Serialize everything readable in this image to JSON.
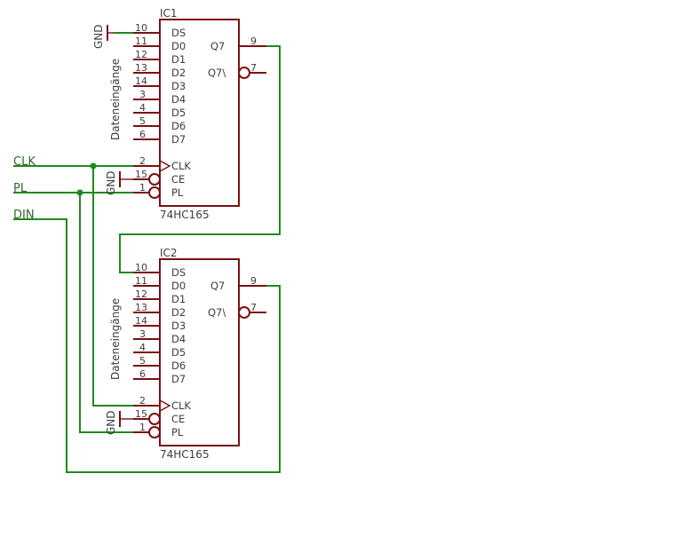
{
  "nets": {
    "clk": "CLK",
    "pl": "PL",
    "din": "DIN"
  },
  "ic1": {
    "name": "IC1",
    "value": "74HC165",
    "gnd_top": "GND",
    "gnd_ce": "GND",
    "data_group_label": "Dateneingänge",
    "pins_left": [
      {
        "num": "10",
        "label": "DS"
      },
      {
        "num": "11",
        "label": "D0"
      },
      {
        "num": "12",
        "label": "D1"
      },
      {
        "num": "13",
        "label": "D2"
      },
      {
        "num": "14",
        "label": "D3"
      },
      {
        "num": "3",
        "label": "D4"
      },
      {
        "num": "4",
        "label": "D5"
      },
      {
        "num": "5",
        "label": "D6"
      },
      {
        "num": "6",
        "label": "D7"
      }
    ],
    "pin_clk": {
      "num": "2",
      "label": "CLK"
    },
    "pin_ce": {
      "num": "15",
      "label": "CE"
    },
    "pin_pl": {
      "num": "1",
      "label": "PL"
    },
    "pin_q7": {
      "num": "9",
      "label": "Q7"
    },
    "pin_q7n": {
      "num": "7",
      "label": "Q7\\"
    }
  },
  "ic2": {
    "name": "IC2",
    "value": "74HC165",
    "gnd_ce": "GND",
    "data_group_label": "Dateneingänge",
    "pins_left": [
      {
        "num": "10",
        "label": "DS"
      },
      {
        "num": "11",
        "label": "D0"
      },
      {
        "num": "12",
        "label": "D1"
      },
      {
        "num": "13",
        "label": "D2"
      },
      {
        "num": "14",
        "label": "D3"
      },
      {
        "num": "3",
        "label": "D4"
      },
      {
        "num": "4",
        "label": "D5"
      },
      {
        "num": "5",
        "label": "D6"
      },
      {
        "num": "6",
        "label": "D7"
      }
    ],
    "pin_clk": {
      "num": "2",
      "label": "CLK"
    },
    "pin_ce": {
      "num": "15",
      "label": "CE"
    },
    "pin_pl": {
      "num": "1",
      "label": "PL"
    },
    "pin_q7": {
      "num": "9",
      "label": "Q7"
    },
    "pin_q7n": {
      "num": "7",
      "label": "Q7\\"
    }
  },
  "colors": {
    "part": "#7a0f12",
    "wire": "#1e8a1e",
    "text": "#3c3c3c"
  }
}
